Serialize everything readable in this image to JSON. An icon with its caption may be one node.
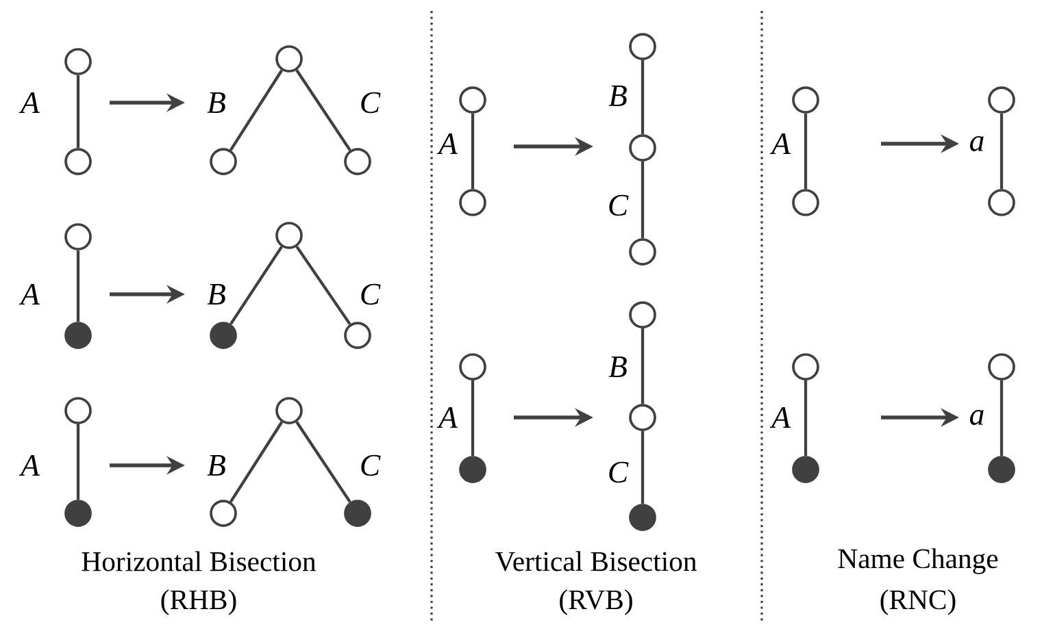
{
  "diagram": {
    "nodes": [
      {
        "text": [],
        "shape": "circle"
      },
      {
        "text": [],
        "shape": "circle"
      },
      {
        "text": [],
        "shape": "circle"
      },
      {
        "text": [],
        "shape": "circle"
      },
      {
        "text": [],
        "shape": "circle"
      },
      {
        "text": [],
        "shape": "circle"
      },
      {
        "text": [],
        "shape": "dot"
      },
      {
        "text": [],
        "shape": "circle"
      },
      {
        "text": [],
        "shape": "dot"
      },
      {
        "text": [],
        "shape": "circle"
      },
      {
        "text": [],
        "shape": "circle"
      },
      {
        "text": [],
        "shape": "dot"
      },
      {
        "text": [],
        "shape": "circle"
      },
      {
        "text": [],
        "shape": "circle"
      },
      {
        "text": [],
        "shape": "dot"
      },
      {
        "text": [],
        "shape": "circle"
      },
      {
        "text": [],
        "shape": "circle"
      },
      {
        "text": [],
        "shape": "circle"
      },
      {
        "text": [],
        "shape": "circle"
      },
      {
        "text": [],
        "shape": "circle"
      },
      {
        "text": [],
        "shape": "circle"
      },
      {
        "text": [],
        "shape": "dot"
      },
      {
        "text": [],
        "shape": "circle"
      },
      {
        "text": [],
        "shape": "circle"
      },
      {
        "text": [],
        "shape": "dot"
      },
      {
        "text": [],
        "shape": "circle"
      },
      {
        "text": [],
        "shape": "circle"
      },
      {
        "text": [],
        "shape": "circle"
      },
      {
        "text": [],
        "shape": "circle"
      },
      {
        "text": [],
        "shape": "circle"
      },
      {
        "text": [],
        "shape": "dot"
      },
      {
        "text": [],
        "shape": "circle"
      },
      {
        "text": [],
        "shape": "dot"
      }
    ],
    "edges": [
      {
        "from": 0,
        "to": 1,
        "arrow": "none"
      },
      {
        "from": 2,
        "to": 3,
        "arrow": "none"
      },
      {
        "from": 2,
        "to": 4,
        "arrow": "none"
      },
      {
        "from": 5,
        "to": 6,
        "arrow": "none"
      },
      {
        "from": 7,
        "to": 8,
        "arrow": "none"
      },
      {
        "from": 7,
        "to": 9,
        "arrow": "none"
      },
      {
        "from": 10,
        "to": 11,
        "arrow": "none"
      },
      {
        "from": 12,
        "to": 13,
        "arrow": "none"
      },
      {
        "from": 12,
        "to": 14,
        "arrow": "none"
      },
      {
        "from": 15,
        "to": 16,
        "arrow": "none"
      },
      {
        "from": 17,
        "to": 18,
        "arrow": "none"
      },
      {
        "from": 18,
        "to": 19,
        "arrow": "none"
      },
      {
        "from": 20,
        "to": 21,
        "arrow": "none"
      },
      {
        "from": 22,
        "to": 23,
        "arrow": "none"
      },
      {
        "from": 23,
        "to": 24,
        "arrow": "none"
      },
      {
        "from": 25,
        "to": 26,
        "arrow": "none"
      },
      {
        "from": 27,
        "to": 28,
        "arrow": "none"
      },
      {
        "from": 29,
        "to": 30,
        "arrow": "none"
      },
      {
        "from": 31,
        "to": 32,
        "arrow": "none"
      }
    ],
    "labels": [
      "A",
      "B",
      "C",
      "A",
      "B",
      "C",
      "A",
      "B",
      "C",
      "A",
      "B",
      "C",
      "A",
      "B",
      "C",
      "A",
      "a",
      "A",
      "a",
      "Horizontal Bisection",
      "(RHB)",
      "Vertical Bisection",
      "(RVB)",
      "Name Change",
      "(RNC)"
    ]
  }
}
